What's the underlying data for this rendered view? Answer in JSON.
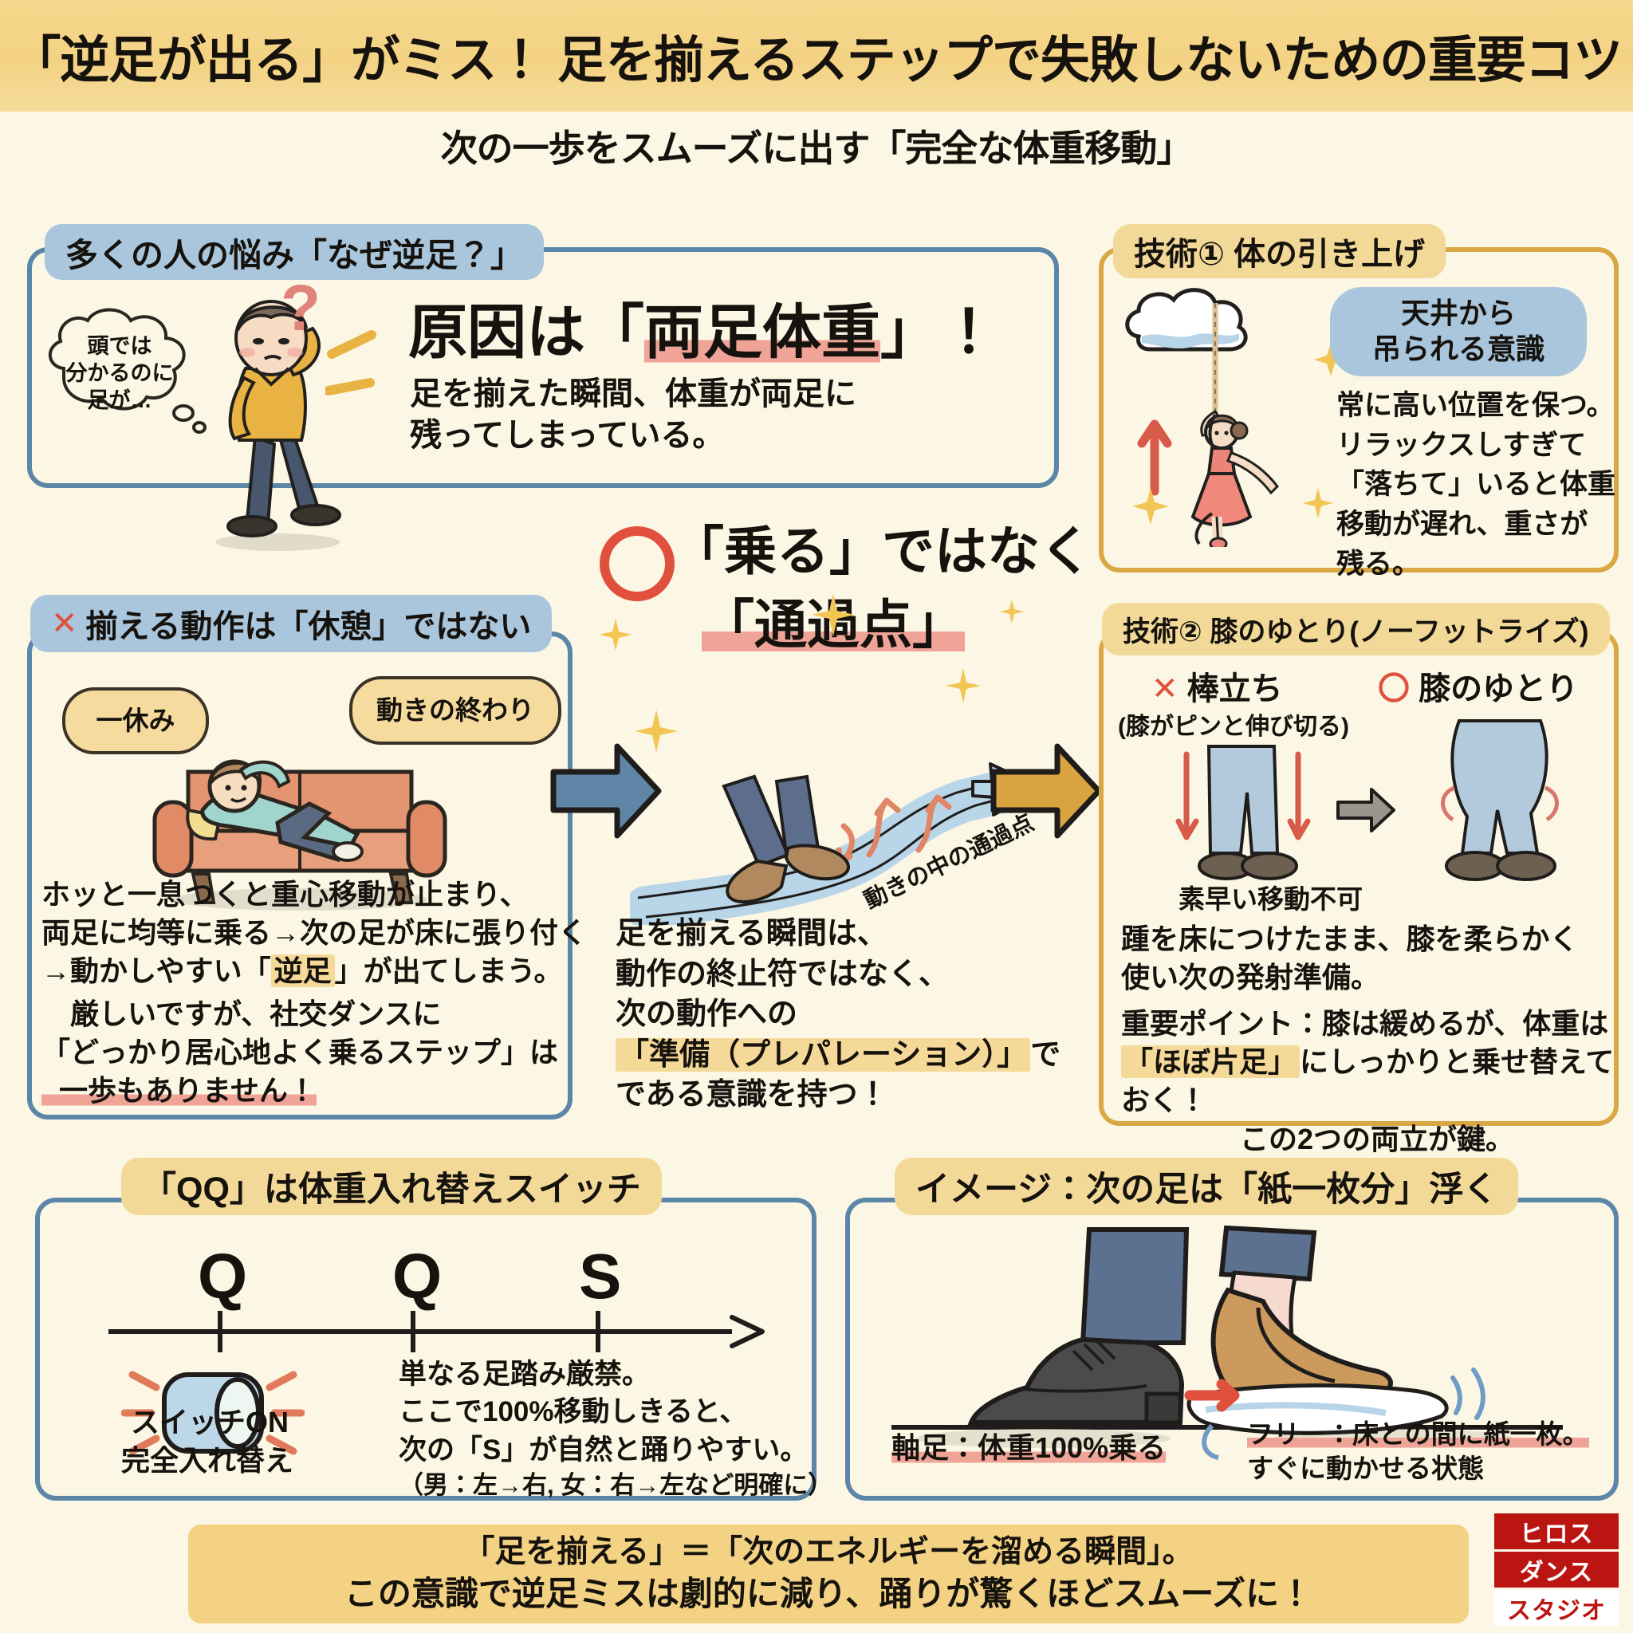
{
  "header": {
    "title": "「逆足が出る」がミス！ 足を揃えるステップで失敗しないための重要コツ",
    "subtitle": "次の一歩をスムーズに出す「完全な体重移動」"
  },
  "panel_problem": {
    "title": "多くの人の悩み「なぜ逆足？」",
    "thought_bubble": "頭では\n分かるのに\n足が…",
    "headline_pre": "原因は「",
    "headline_hl": "両足体重",
    "headline_post": "」！",
    "body_line1": "足を揃えた瞬間、体重が両足に",
    "body_line2": "残ってしまっている。"
  },
  "panel_tech1": {
    "title": "技術① 体の引き上げ",
    "bubble": "天井から\n吊られる意識",
    "body": [
      "常に高い位置を保つ。",
      "リラックスしすぎて",
      "「落ちて」いると体重",
      "移動が遅れ、重さが",
      "残る。"
    ]
  },
  "panel_rest": {
    "title_mark": "✕",
    "title": "揃える動作は「休憩」ではない",
    "bubble_left": "一休み",
    "bubble_right": "動きの終わり",
    "body_a": [
      "ホッと一息つくと重心移動が止まり、",
      "両足に均等に乗る→次の足が床に張り付く"
    ],
    "body_a_pre": "→動かしやすい「",
    "body_a_hl": "逆足",
    "body_a_post": "」が出てしまう。",
    "body_b": [
      "　厳しいですが、社交ダンスに",
      "「どっかり居心地よく乗るステップ」は"
    ],
    "body_b_last": "一歩もありません！"
  },
  "center": {
    "mark": "〇",
    "line1": "「乗る」ではなく",
    "line2": "「通過点」",
    "flow_label": "動きの中の通過点",
    "body": [
      "足を揃える瞬間は、",
      "動作の終止符ではなく、",
      "次の動作への"
    ],
    "body_hl": "「準備（プレパレーション）」",
    "body_hl_tail": "で",
    "body_last": "である意識を持つ！"
  },
  "panel_tech2": {
    "title": "技術② 膝のゆとり(ノーフットライズ)",
    "bad_mark": "✕",
    "bad_label": "棒立ち",
    "bad_sub": "(膝がピンと伸び切る)",
    "good_mark": "〇",
    "good_label": "膝のゆとり",
    "bad_caption": "素早い移動不可",
    "body": [
      "踵を床につけたまま、膝を柔らかく",
      "使い次の発射準備。"
    ],
    "body2_line1": "重要ポイント：膝は緩めるが、体重は",
    "body2_hl": "「ほぼ片足」",
    "body2_tail": "にしっかりと乗せ替えておく！",
    "body2_last": "この2つの両立が鍵。"
  },
  "panel_qq": {
    "title": "「QQ」は体重入れ替えスイッチ",
    "beats": [
      "Q",
      "Q",
      "S"
    ],
    "switch_label_1": "スイッチON",
    "switch_label_2": "完全入れ替え",
    "body": [
      "単なる足踏み厳禁。",
      "ここで100%移動しきると、",
      "次の「S」が自然と踊りやすい。",
      "（男：左→右, 女：右→左など明確に）"
    ]
  },
  "panel_image": {
    "title": "イメージ：次の足は「紙一枚分」浮く",
    "caption_left": "軸足：体重100%乗る",
    "caption_right_1": "フリー：床との間に紙一枚。",
    "caption_right_2": "すぐに動かせる状態"
  },
  "footer": {
    "line1": "「足を揃える」＝「次のエネルギーを溜める瞬間」。",
    "line2": "この意識で逆足ミスは劇的に減り、踊りが驚くほどスムーズに！"
  },
  "logo": {
    "l1": "ヒロス",
    "l2": "ダンス",
    "l3": "スタジオ"
  },
  "colors": {
    "band": "#f3d283",
    "bg": "#fbf7e4",
    "blue_border": "#5c86a8",
    "gold_border": "#d9a845",
    "blue_tab": "#a9c6dd",
    "gold_tab": "#f3d998",
    "red": "#e0503c",
    "highlight_pink": "#f0a49a",
    "highlight_yellow": "#f4d998",
    "logo_red": "#bb1512"
  }
}
